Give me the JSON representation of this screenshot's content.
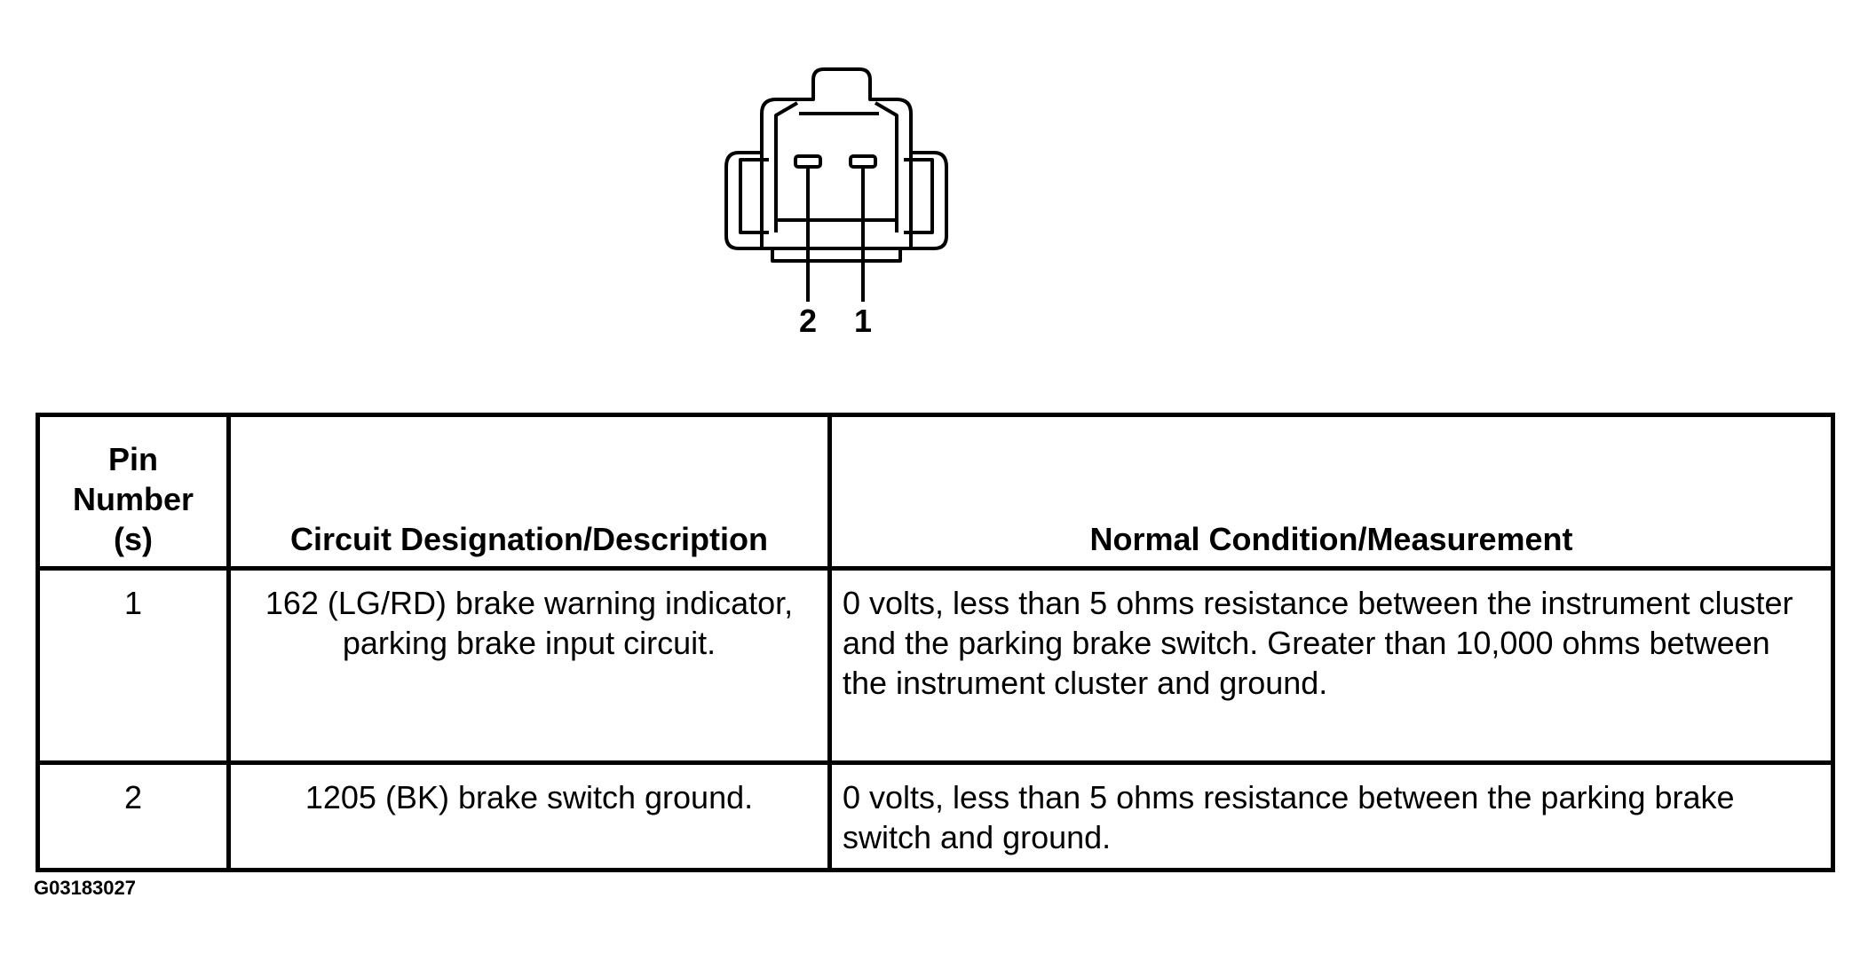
{
  "connector": {
    "pin_labels": [
      "2",
      "1"
    ]
  },
  "table": {
    "headers": {
      "pin": "Pin Number (s)",
      "circuit": "Circuit Designation/Description",
      "measurement": "Normal Condition/Measurement"
    },
    "rows": [
      {
        "pin": "1",
        "circuit": "162 (LG/RD) brake warning indicator, parking brake input circuit.",
        "measurement": "0 volts, less than 5 ohms resistance between the instrument cluster and the parking brake switch. Greater than 10,000 ohms between the instrument cluster and ground."
      },
      {
        "pin": "2",
        "circuit": "1205 (BK) brake switch ground.",
        "measurement": "0 volts, less than 5 ohms resistance between the parking brake switch and ground."
      }
    ]
  },
  "figure_id": "G03183027"
}
